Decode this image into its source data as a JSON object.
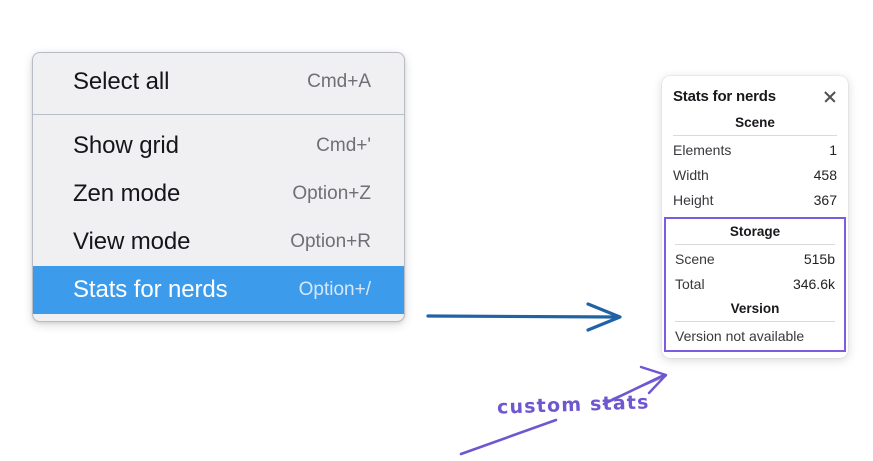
{
  "context_menu": {
    "groups": [
      {
        "items": [
          {
            "label": "Select all",
            "shortcut": "Cmd+A",
            "selected": false
          }
        ]
      },
      {
        "items": [
          {
            "label": "Show grid",
            "shortcut": "Cmd+'",
            "selected": false
          },
          {
            "label": "Zen mode",
            "shortcut": "Option+Z",
            "selected": false
          },
          {
            "label": "View mode",
            "shortcut": "Option+R",
            "selected": false
          },
          {
            "label": "Stats for nerds",
            "shortcut": "Option+/",
            "selected": true
          }
        ]
      }
    ],
    "highlight_color": "#3d9bec"
  },
  "stats_panel": {
    "title": "Stats for nerds",
    "close_icon": "close-icon",
    "scene": {
      "heading": "Scene",
      "rows": [
        {
          "key": "Elements",
          "value": "1"
        },
        {
          "key": "Width",
          "value": "458"
        },
        {
          "key": "Height",
          "value": "367"
        }
      ]
    },
    "storage": {
      "heading": "Storage",
      "rows": [
        {
          "key": "Scene",
          "value": "515b"
        },
        {
          "key": "Total",
          "value": "346.6k"
        }
      ]
    },
    "version": {
      "heading": "Version",
      "text": "Version not available"
    },
    "highlight_border_color": "#7d5ce0"
  },
  "annotations": {
    "handwritten_label": "custom stats",
    "ink_color": "#6f57cf",
    "arrow_color": "#1f63a5"
  }
}
